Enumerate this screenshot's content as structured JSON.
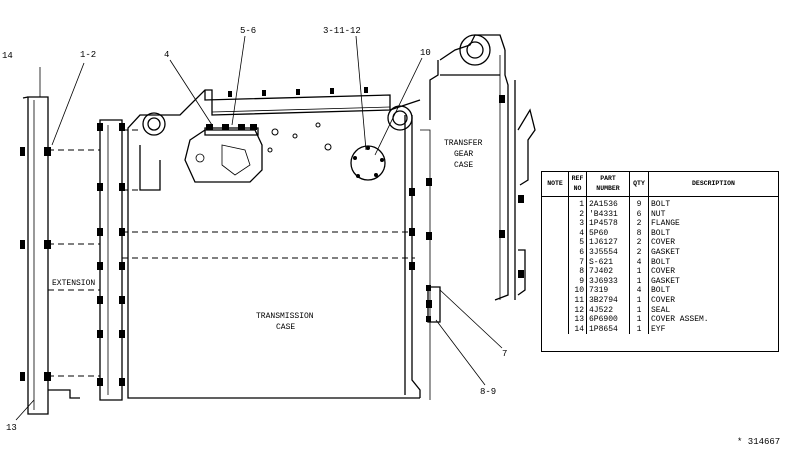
{
  "callouts": {
    "c14": "14",
    "c1_2": "1-2",
    "c4": "4",
    "c5_6": "5-6",
    "c3_11_12": "3-11-12",
    "c10": "10",
    "c7": "7",
    "c8_9": "8-9",
    "c13": "13"
  },
  "labels": {
    "extension": "EXTENSION",
    "transmission_1": "TRANSMISSION",
    "transmission_2": "CASE",
    "transfer_1": "TRANSFER",
    "transfer_2": "GEAR",
    "transfer_3": "CASE"
  },
  "parts_table": {
    "headers": {
      "note": "NOTE",
      "ref_1": "REF",
      "ref_2": "NO",
      "part_1": "PART",
      "part_2": "NUMBER",
      "qty": "QTY",
      "description": "DESCRIPTION"
    },
    "rows": [
      {
        "ref": "1",
        "part": "2A1536",
        "qty": "9",
        "desc": "BOLT"
      },
      {
        "ref": "2",
        "part": "'B4331",
        "qty": "6",
        "desc": "NUT"
      },
      {
        "ref": "3",
        "part": "1P4578",
        "qty": "2",
        "desc": "FLANGE"
      },
      {
        "ref": "4",
        "part": "5P60",
        "qty": "8",
        "desc": "BOLT"
      },
      {
        "ref": "5",
        "part": "1J6127",
        "qty": "2",
        "desc": "COVER"
      },
      {
        "ref": "6",
        "part": "3J5554",
        "qty": "2",
        "desc": "GASKET"
      },
      {
        "ref": "7",
        "part": "S-621",
        "qty": "4",
        "desc": "BOLT"
      },
      {
        "ref": "8",
        "part": "7J402",
        "qty": "1",
        "desc": "COVER"
      },
      {
        "ref": "9",
        "part": "3J6933",
        "qty": "1",
        "desc": "GASKET"
      },
      {
        "ref": "10",
        "part": "7319",
        "qty": "4",
        "desc": "BOLT"
      },
      {
        "ref": "11",
        "part": "3B2794",
        "qty": "1",
        "desc": "COVER"
      },
      {
        "ref": "12",
        "part": "4J522",
        "qty": "1",
        "desc": "SEAL"
      },
      {
        "ref": "13",
        "part": "6P6900",
        "qty": "1",
        "desc": "COVER ASSEM."
      },
      {
        "ref": "14",
        "part": "1P8654",
        "qty": "1",
        "desc": "   EYF"
      }
    ]
  },
  "reference_number": "* 314667"
}
